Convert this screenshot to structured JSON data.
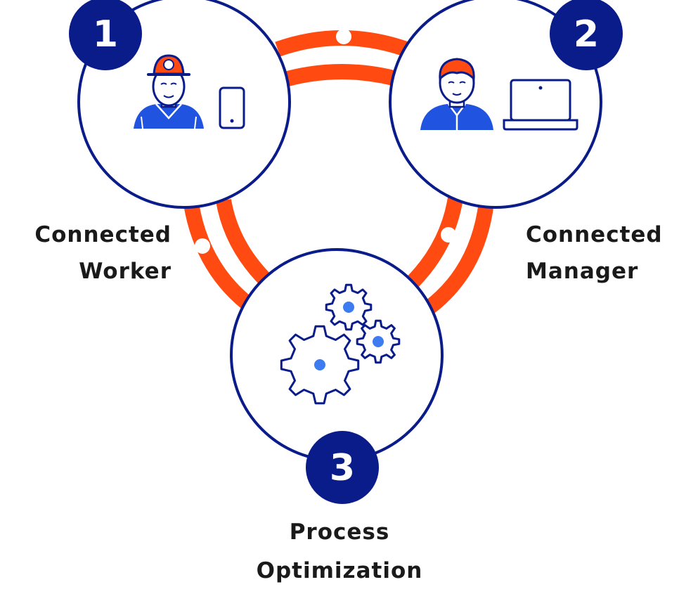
{
  "nodes": [
    {
      "number": "1",
      "label_line1": "Connected",
      "label_line2": "Worker",
      "icons": [
        "miner-helmet-worker-icon",
        "smartphone-icon"
      ]
    },
    {
      "number": "2",
      "label_line1": "Connected",
      "label_line2": "Manager",
      "icons": [
        "manager-person-icon",
        "laptop-icon"
      ]
    },
    {
      "number": "3",
      "label_line1": "Process",
      "label_line2": "Optimization",
      "icons": [
        "gears-icon"
      ]
    }
  ],
  "colors": {
    "circle_stroke": "#0a1c8a",
    "badge_fill": "#0a1c8a",
    "badge_text": "#ffffff",
    "connector": "#ff4a11",
    "icon_blue": "#1f53e0",
    "icon_light_blue": "#3d7cf0",
    "helmet_red": "#ff4a11",
    "text": "#1a1a1a"
  }
}
